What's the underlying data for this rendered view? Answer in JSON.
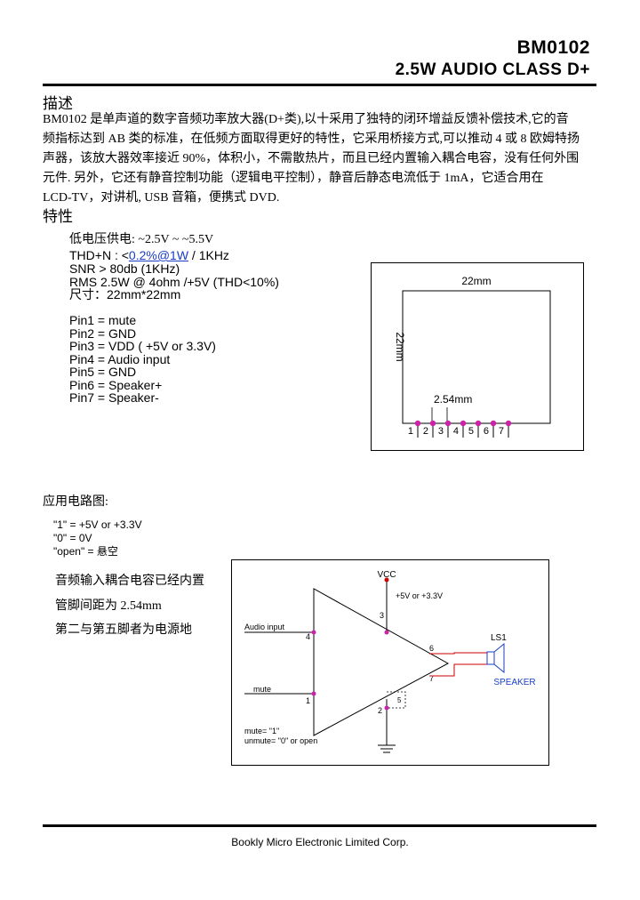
{
  "header": {
    "part_number": "BM0102",
    "subtitle": "2.5W  AUDIO  CLASS  D+"
  },
  "description": {
    "title": "描述",
    "lines": [
      "BM0102 是单声道的数字音频功率放大器(D+类),以十采用了独特的闭环增益反馈补偿技术,它的音",
      "频指标达到 AB 类的标准，在低频方面取得更好的特性，它采用桥接方式,可以推动 4 或 8 欧姆特扬",
      "声器，该放大器效率接近 90%，体积小，不需散热片，而且已经内置输入耦合电容，没有任何外围",
      "元件. 另外，它还有静音控制功能（逻辑电平控制），静音后静态电流低于 1mA，它适合用在",
      "LCD-TV，对讲机, USB 音箱，便携式 DVD."
    ]
  },
  "features": {
    "title": "特性",
    "supply": "低电压供电:   ~2.5V ~ ~5.5V",
    "thd_prefix": "THD+N : <",
    "thd_link": "0.2%@1W",
    "thd_suffix": " / 1KHz",
    "snr": "SNR > 80db (1KHz)",
    "rms": "RMS    2.5W    @ 4ohm /+5V (THD<10%)",
    "size": "尺寸：22mm*22mm"
  },
  "pins": [
    "Pin1 = mute",
    "Pin2 = GND",
    "Pin3 = VDD ( +5V or 3.3V)",
    "Pin4 = Audio input",
    "Pin5 = GND",
    "Pin6 = Speaker+",
    "Pin7 = Speaker-"
  ],
  "package_diagram": {
    "width_label": "22mm",
    "height_label": "22mm",
    "pitch_label": "2.54mm",
    "pin_numbers": [
      "1",
      "2",
      "3",
      "4",
      "5",
      "6",
      "7"
    ],
    "pin_color": "#cc22aa"
  },
  "application": {
    "title": "应用电路图:",
    "logic": [
      "\"1\" = +5V or +3.3V",
      "\"0\" = 0V",
      "\"open\" = 悬空"
    ],
    "notes": [
      "音频输入耦合电容已经内置",
      "管脚间距为 2.54mm",
      "第二与第五脚者为电源地"
    ]
  },
  "circuit": {
    "vcc_label": "VCC",
    "supply_note": "+5V or +3.3V",
    "audio_input": "Audio input",
    "mute_label": "mute",
    "pin3": "3",
    "pin4": "4",
    "pin1": "1",
    "pin2": "2",
    "pin6": "6",
    "pin7": "7",
    "pin5": "5",
    "speaker_ref": "LS1",
    "speaker_label": "SPEAKER",
    "mute_note_1": "mute= \"1\"",
    "mute_note_2": "unmute= \"0\" or open",
    "wire_color": "#cc0000",
    "node_color": "#cc22aa",
    "vcc_color": "#cc0000",
    "speaker_color": "#1a3cc8"
  },
  "footer": {
    "company": "Bookly Micro Electronic Limited Corp."
  }
}
